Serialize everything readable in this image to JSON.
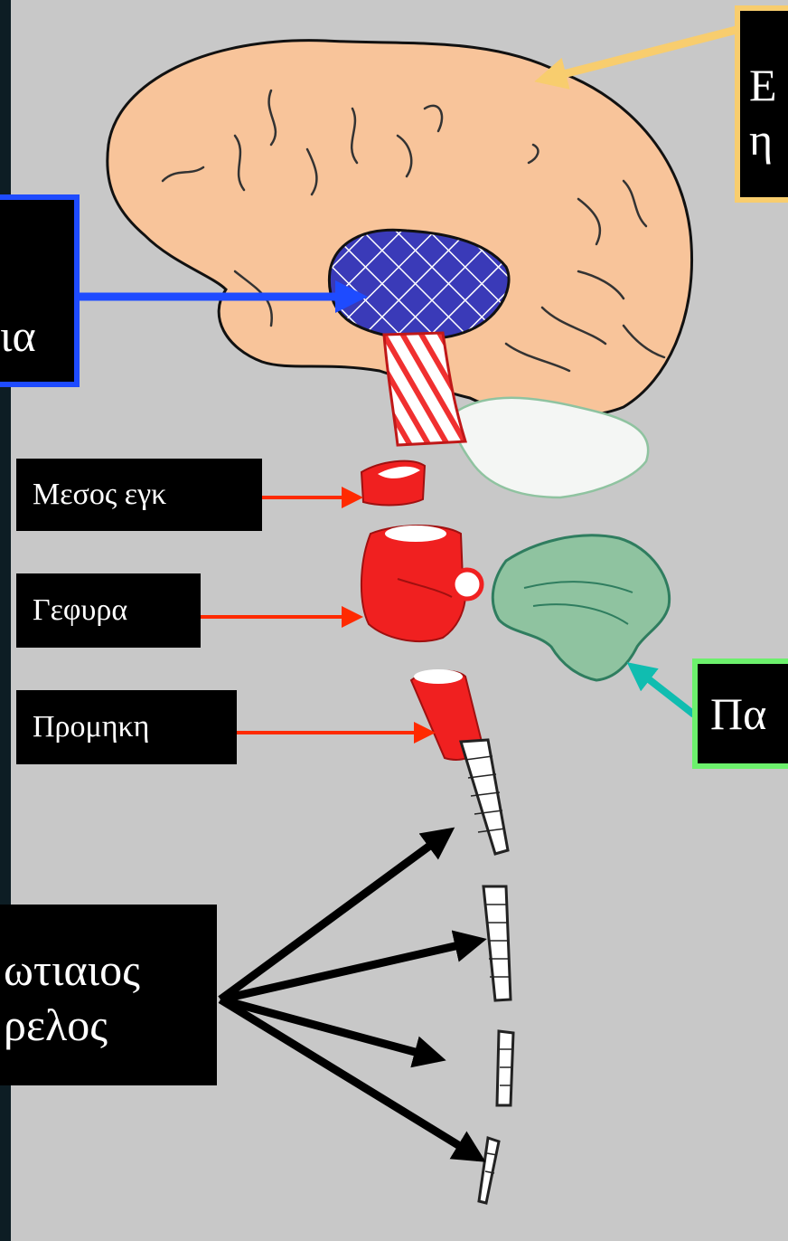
{
  "labels": {
    "cerebrum": [
      "Ε",
      "η"
    ],
    "diencephalon": [
      "ια"
    ],
    "midbrain": "Μεσος εγκ",
    "pons": "Γεφυρα",
    "medulla": "Προμηκη",
    "cerebellum": "Πα",
    "spinal_cord": [
      "ωτιαιος",
      "ρελος"
    ]
  },
  "colors": {
    "background": "#c8c8c8",
    "frame": "#0d1d24",
    "cerebrum_fill": "#f8c49a",
    "diencephalon_fill": "#3a3ab8",
    "brainstem_fill": "#f02020",
    "cerebellum_fill": "#8fc3a0",
    "cerebrum_label_border": "#f8cd6e",
    "diencephalon_label_border": "#1e4bff",
    "cerebellum_label_border": "#6cf06c",
    "red_arrow": "#ff2a00",
    "teal_arrow": "#10bdb0",
    "yellow_arrow": "#f8cd6e",
    "black_arrow": "#000000"
  }
}
